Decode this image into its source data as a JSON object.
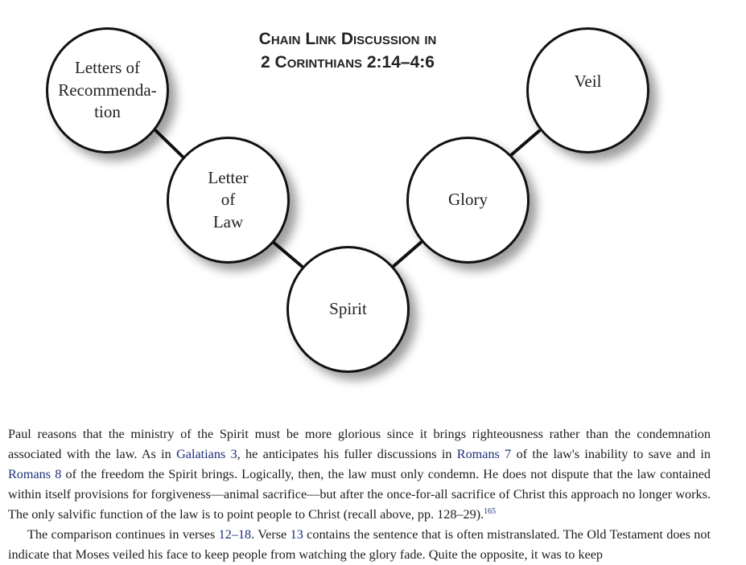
{
  "figure": {
    "title_line1": "Chain Link Discussion in",
    "title_line2": "2 Corinthians 2:14–4:6",
    "nodes": {
      "letters_of_recommendation": [
        "Letters of",
        "Recommenda-",
        "tion"
      ],
      "letter_of_law": [
        "Letter",
        "of",
        "Law"
      ],
      "spirit": "Spirit",
      "glory": "Glory",
      "veil": "Veil"
    }
  },
  "body": {
    "p1": {
      "t1": "Paul reasons that the ministry of the Spirit must be more glorious since it brings righteousness rather than the condemnation associated with the law. As in ",
      "ref1": "Galatians 3",
      "t2": ", he anticipates his fuller discussions in ",
      "ref2": "Romans 7",
      "t3": " of the law's inability to save and in ",
      "ref3": "Romans 8",
      "t4": " of the freedom the Spirit brings. Logically, then, the law must only condemn. He does not dispute that the law contained within itself provisions for forgiveness—animal sacrifice—but after the once-for-all sacrifice of Christ this approach no longer works. The only salvific function of the law is to point people to Christ (recall above, pp. 128–29).",
      "footnote": "165"
    },
    "p2": {
      "t1": "The comparison continues in verses ",
      "ref1": "12–18",
      "t2": ". Verse ",
      "ref2": "13",
      "t3": " contains the sentence that is often mistranslated. The Old Testament does not indicate that Moses veiled his face to keep people from watching the glory fade. Quite the opposite, it was to keep"
    }
  }
}
